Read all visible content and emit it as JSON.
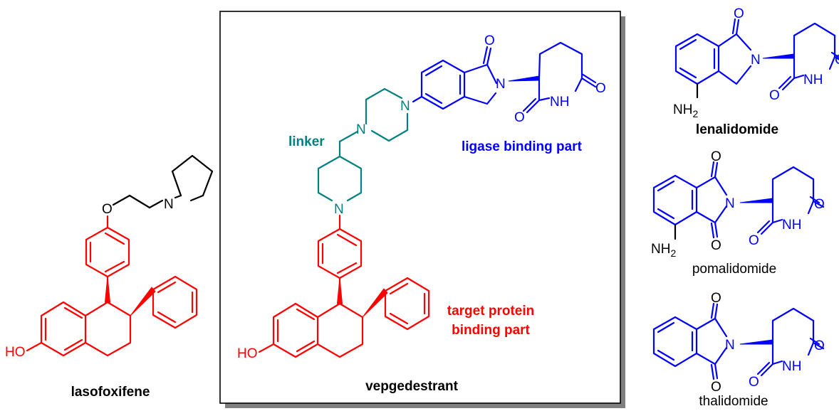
{
  "colors": {
    "target_part": "#ff0000",
    "ligase_part": "#0000ff",
    "linker": "#008080",
    "neutral": "#000000"
  },
  "atoms": {
    "oxygen": "O",
    "nitrogen": "N",
    "hydroxyl": "HO",
    "amide_nh": "NH",
    "amine_nh": "NH",
    "amine_subscript": "2"
  },
  "labels": {
    "lasofoxifene": "lasofoxifene",
    "vepgedestrant": "vepgedestrant",
    "linker": "linker",
    "ligase_binding_part": "ligase binding part",
    "target_protein_line1": "target protein",
    "target_protein_line2": "binding part",
    "lenalidomide": "lenalidomide",
    "pomalidomide": "pomalidomide",
    "thalidomide": "thalidomide"
  }
}
